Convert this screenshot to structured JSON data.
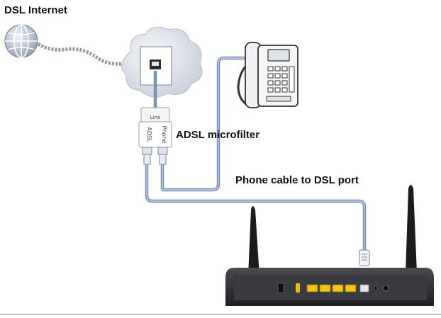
{
  "labels": {
    "dsl_internet": "DSL Internet",
    "adsl_microfilter": "ADSL microfilter",
    "phone_cable": "Phone cable to DSL port"
  },
  "microfilter": {
    "line_label": "Line",
    "adsl_label": "ADSL",
    "phone_label": "Phone"
  },
  "colors": {
    "cable": "#7a8fb4",
    "cable_dark": "#4f6187",
    "router_body": "#2f2f33",
    "lan_ports": "#f2c318",
    "globe": "#9aa7b8",
    "cloud": "#d7dbe3"
  }
}
